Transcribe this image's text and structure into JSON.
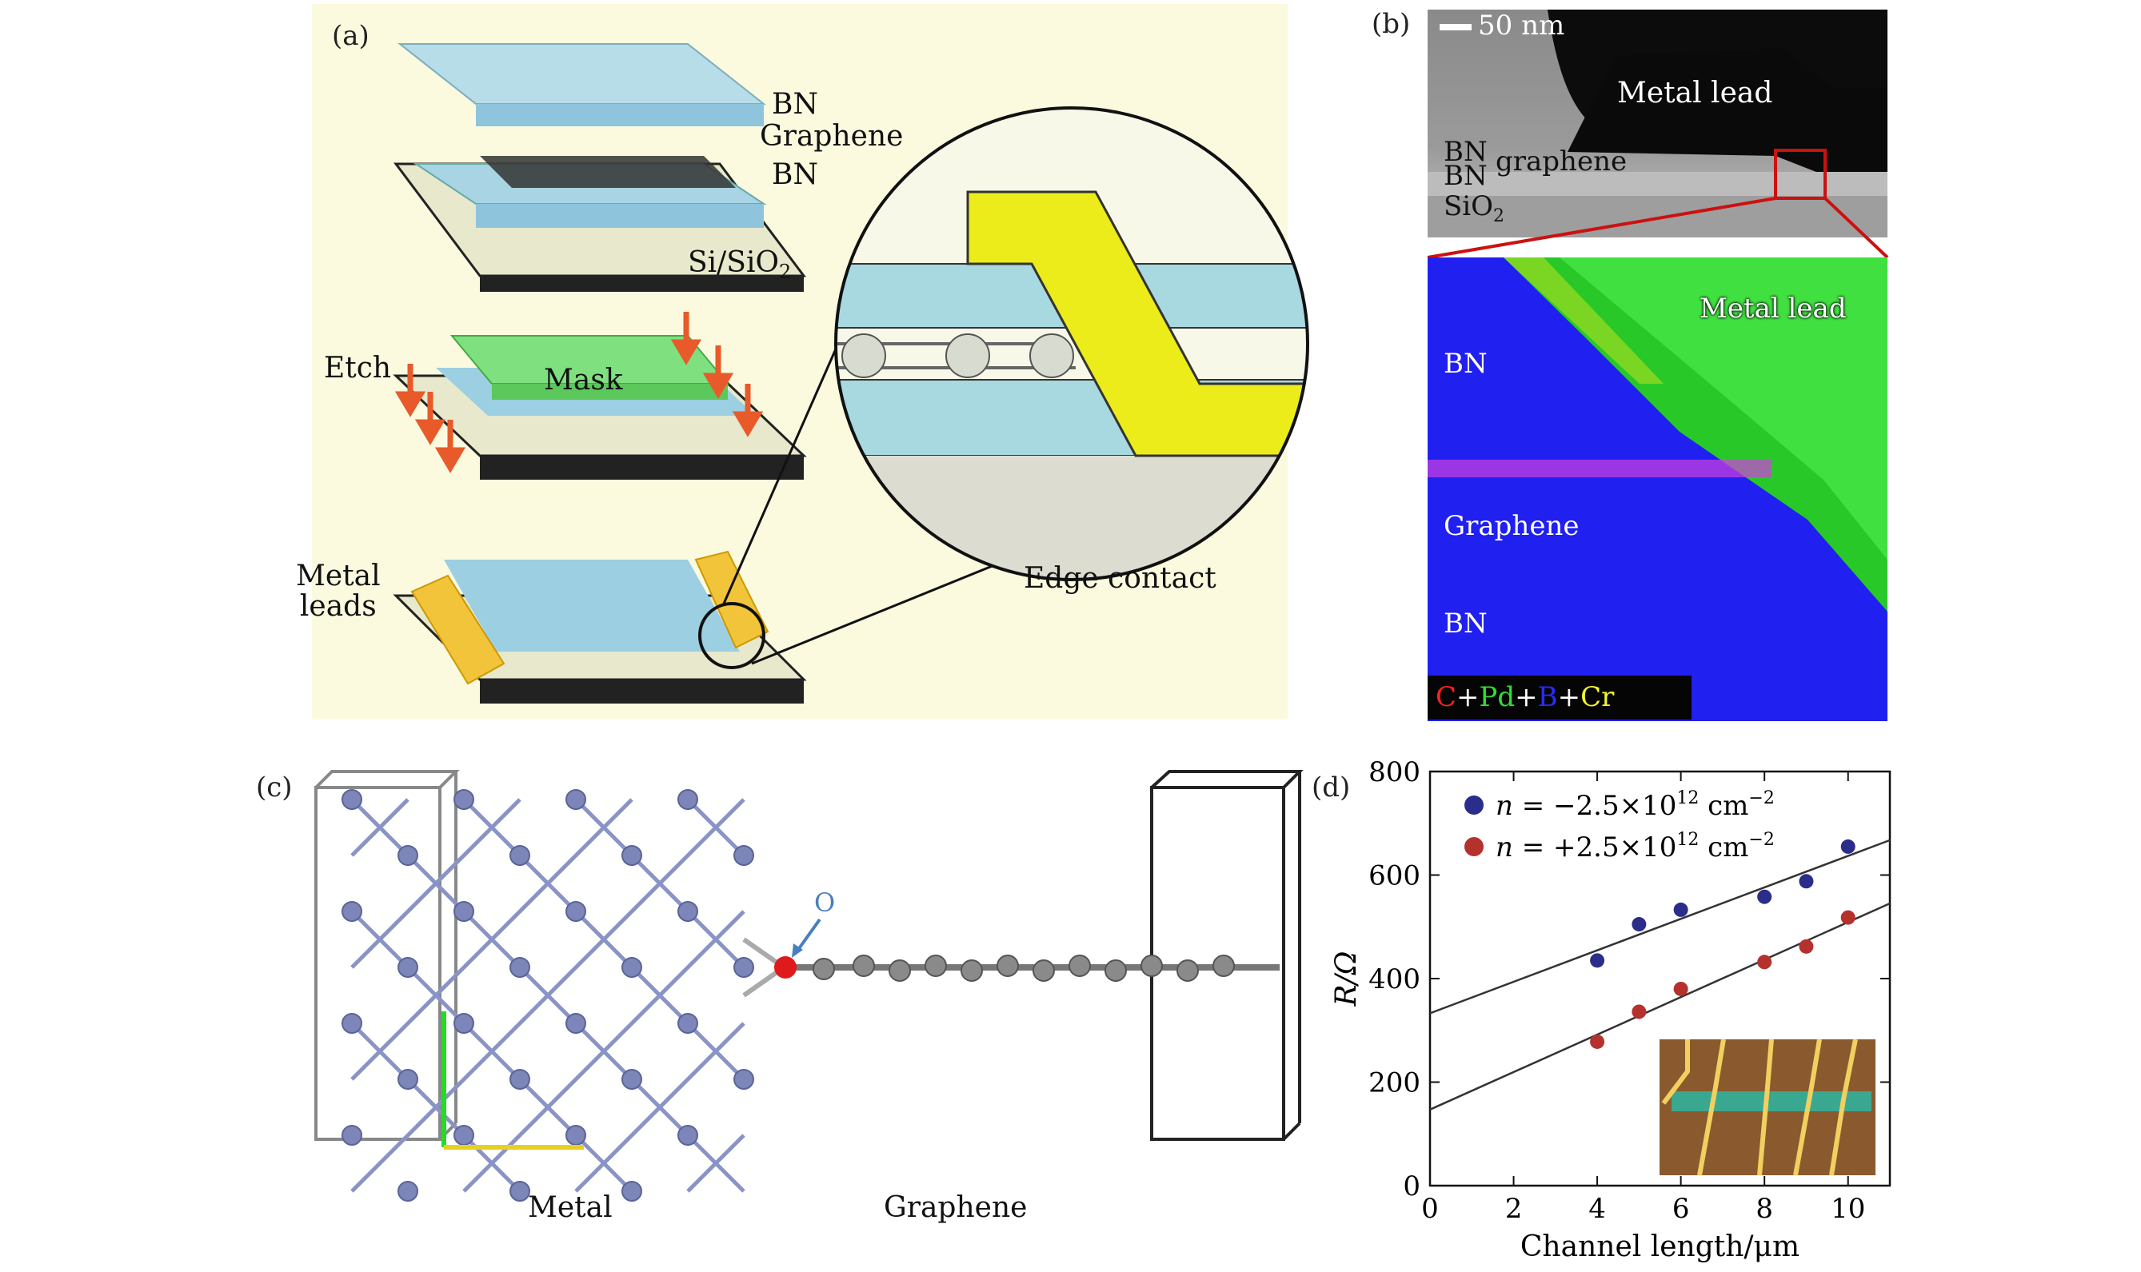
{
  "panels": {
    "a": {
      "label": "(a)",
      "layers": [
        "BN",
        "Graphene",
        "BN"
      ],
      "substrate": "Si/SiO",
      "substrate_sub": "2",
      "etch": "Etch",
      "mask": "Mask",
      "metal_leads": [
        "Metal",
        "leads"
      ],
      "edge_contact": "Edge contact"
    },
    "b": {
      "label": "(b)",
      "scalebar": "50 nm",
      "metal_lead_top": "Metal lead",
      "bn_1": "BN",
      "graphene_small": "graphene",
      "bn_2": "BN",
      "sio2": "SiO",
      "sio2_sub": "2",
      "map_metal_lead": "Metal lead",
      "map_bn_top": "BN",
      "map_graphene": "Graphene",
      "map_bn_bottom": "BN",
      "legend": {
        "c": "C",
        "plus1": "+",
        "pd": "Pd",
        "plus2": "+",
        "b": "B",
        "plus3": "+",
        "cr": "Cr"
      },
      "legend_colors": {
        "c": "#ff2020",
        "pd": "#30e030",
        "b": "#2a2aff",
        "cr": "#f5f530",
        "plus": "#ffffff"
      }
    },
    "c": {
      "label": "(c)",
      "oxygen": "O",
      "metal": "Metal",
      "graphene": "Graphene"
    },
    "d": {
      "label": "(d)"
    }
  },
  "chart_data": {
    "type": "scatter",
    "xlabel": "Channel length/μm",
    "ylabel": "R/Ω",
    "xlim": [
      0,
      11
    ],
    "ylim": [
      0,
      800
    ],
    "xticks": [
      "0",
      "2",
      "4",
      "6",
      "8",
      "10"
    ],
    "yticks": [
      "0",
      "200",
      "400",
      "600",
      "800"
    ],
    "legend_position": "top-left",
    "series": [
      {
        "name": "n = −2.5×10¹² cm⁻²",
        "name_parts": {
          "var": "n",
          "rest": " = −2.5×10",
          "exp": "12",
          "unit": " cm",
          "unit_exp": "−2"
        },
        "color": "#2a2e8a",
        "x": [
          4,
          5,
          6,
          8,
          9,
          10
        ],
        "y": [
          435,
          505,
          533,
          558,
          588,
          655
        ],
        "fit": {
          "intercept": 333,
          "slope": 30.4
        }
      },
      {
        "name": "n = +2.5×10¹² cm⁻²",
        "name_parts": {
          "var": "n",
          "rest": " = +2.5×10",
          "exp": "12",
          "unit": " cm",
          "unit_exp": "−2"
        },
        "color": "#b5312e",
        "x": [
          4,
          5,
          6,
          8,
          9,
          10
        ],
        "y": [
          278,
          336,
          380,
          432,
          462,
          518
        ],
        "fit": {
          "intercept": 147,
          "slope": 36.2
        }
      }
    ]
  }
}
